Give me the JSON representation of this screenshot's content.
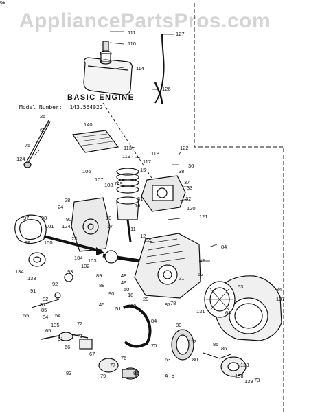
{
  "watermark": "AppliancePartsPros.com",
  "title": "BASIC ENGINE",
  "model_label": "Model Number:",
  "model_number": "143.564022",
  "page_number": "A-5",
  "callouts": [
    "111",
    "110",
    "127",
    "114",
    "126",
    "25",
    "69",
    "75",
    "124",
    "140",
    "113",
    "119",
    "118",
    "117",
    "122",
    "36",
    "38",
    "37",
    "33",
    "32",
    "106",
    "107",
    "108",
    "109",
    "15",
    "28",
    "24",
    "31",
    "16",
    "120",
    "121",
    "97",
    "98",
    "101",
    "90",
    "124",
    "18",
    "17",
    "99",
    "100",
    "23",
    "11",
    "12",
    "129",
    "84",
    "104",
    "103",
    "102",
    "42",
    "134",
    "133",
    "93",
    "92",
    "91",
    "82",
    "81",
    "85",
    "84",
    "55",
    "54",
    "135",
    "89",
    "88",
    "90",
    "45",
    "48",
    "49",
    "50",
    "51",
    "18",
    "19",
    "20",
    "21",
    "52",
    "53",
    "34",
    "131",
    "137",
    "64",
    "78",
    "80",
    "70",
    "63",
    "87",
    "65",
    "61",
    "66",
    "67",
    "77",
    "76",
    "79",
    "81",
    "83",
    "84",
    "86",
    "85",
    "80",
    "72",
    "71",
    "123",
    "138",
    "139",
    "73",
    "112",
    "68"
  ]
}
